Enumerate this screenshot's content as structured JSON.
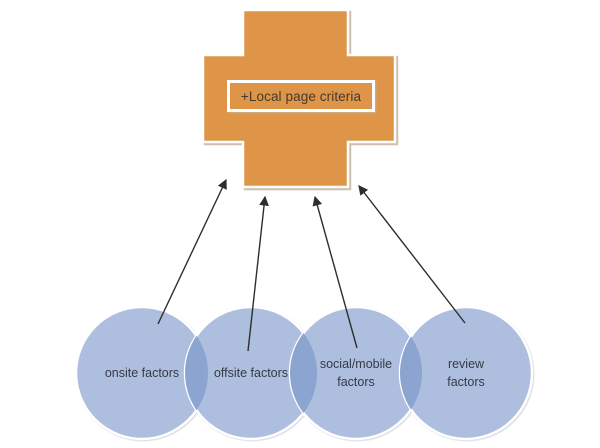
{
  "diagram": {
    "cross": {
      "label": "+Local page criteria",
      "fill": "#DE9548",
      "outline": "#FFFFFF",
      "shadow": "#CCC0AE",
      "text_color": "#433B2E"
    },
    "circles": {
      "fill": "#AEBEDE",
      "overlap_fill": "#8CA4D0",
      "outline": "#FFFFFF",
      "text_color": "#343B46",
      "items": [
        {
          "label": "onsite factors"
        },
        {
          "label": "offsite factors"
        },
        {
          "label": "social/mobile factors"
        },
        {
          "label": "review factors"
        }
      ]
    },
    "arrows": {
      "color": "#2E2E2E"
    }
  }
}
